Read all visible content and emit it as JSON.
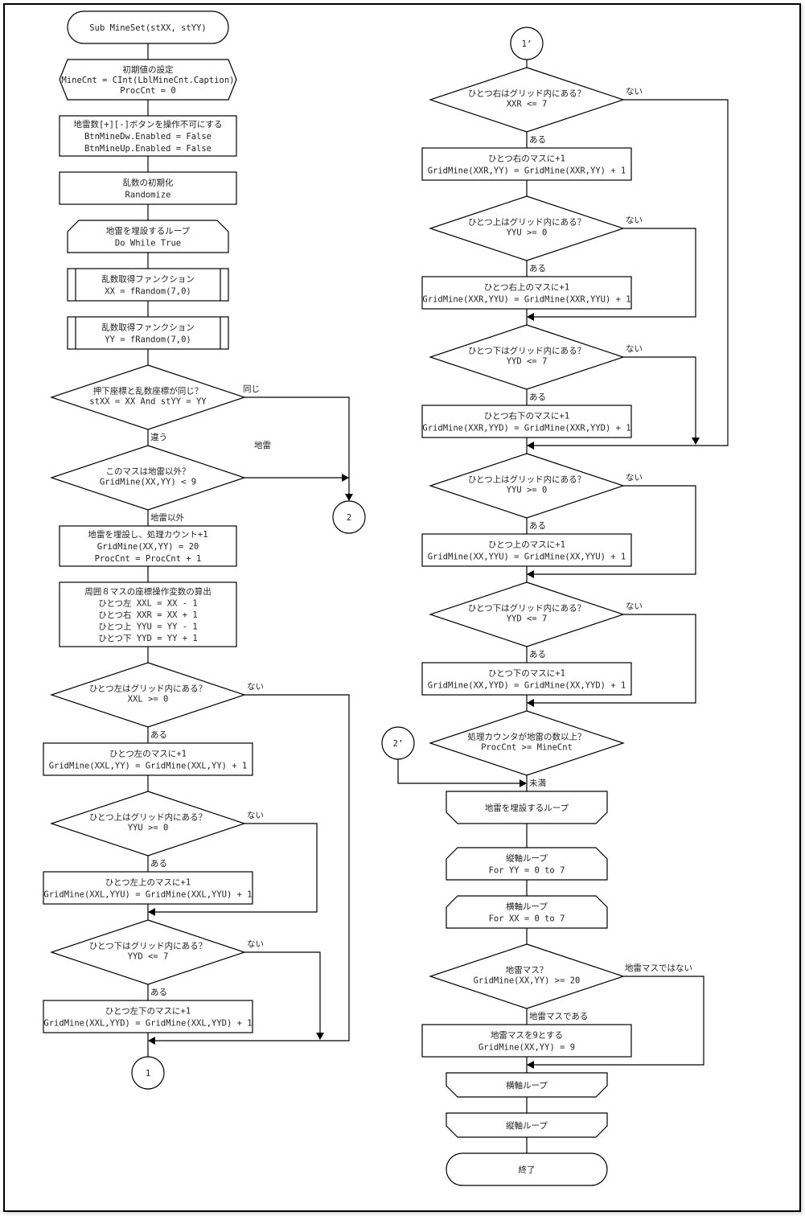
{
  "diagram": {
    "title": "Sub MineSet(stXX, stYY)",
    "left_column": {
      "start": "Sub MineSet(stXX, stYY)",
      "init": [
        "初期値の設定",
        "MineCnt = CInt(LblMineCnt.Caption)",
        "ProcCnt = 0"
      ],
      "disable_buttons": [
        "地雷数[+][-]ボタンを操作不可にする",
        "BtnMineDw.Enabled = False",
        "BtnMineUp.Enabled = False"
      ],
      "randomize": [
        "乱数の初期化",
        "Randomize"
      ],
      "loop_start": [
        "地雷を埋設するループ",
        "Do While True"
      ],
      "random_xx": [
        "乱数取得ファンクション",
        "XX = fRandom(7,0)"
      ],
      "random_yy": [
        "乱数取得ファンクション",
        "YY = fRandom(7,0)"
      ],
      "decision_same": [
        "押下座標と乱数座標が同じ？",
        "stXX = XX And stYY = YY"
      ],
      "label_same": "同じ",
      "label_different": "違う",
      "label_mine": "地雷",
      "decision_not_mine": [
        "このマスは地雷以外？",
        "GridMine(XX,YY) < 9"
      ],
      "label_not_mine": "地雷以外",
      "connector_2": "2",
      "place_mine": [
        "地雷を埋設し、処理カウント+1",
        "GridMine(XX,YY) = 20",
        "ProcCnt = ProcCnt + 1"
      ],
      "calc_neighbors": [
        "周囲８マスの座標操作変数の算出",
        "ひとつ左 XXL = XX - 1",
        "ひとつ右 XXR = XX + 1",
        "ひとつ上 YYU = YY - 1",
        "ひとつ下 YYD = YY + 1"
      ],
      "decision_left": [
        "ひとつ左はグリッド内にある？",
        "XXL >= 0"
      ],
      "proc_left": [
        "ひとつ左のマスに+1",
        "GridMine(XXL,YY) = GridMine(XXL,YY) + 1"
      ],
      "decision_left_up": [
        "ひとつ上はグリッド内にある？",
        "YYU >= 0"
      ],
      "proc_left_up": [
        "ひとつ左上のマスに+1",
        "GridMine(XXL,YYU) = GridMine(XXL,YYU) + 1"
      ],
      "decision_left_down": [
        "ひとつ下はグリッド内にある？",
        "YYD <= 7"
      ],
      "proc_left_down": [
        "ひとつ左下のマスに+1",
        "GridMine(XXL,YYD) = GridMine(XXL,YYD) + 1"
      ],
      "connector_1": "1"
    },
    "right_column": {
      "connector_1b": "1’",
      "decision_right": [
        "ひとつ右はグリッド内にある？",
        "XXR <= 7"
      ],
      "proc_right": [
        "ひとつ右のマスに+1",
        "GridMine(XXR,YY) = GridMine(XXR,YY) + 1"
      ],
      "decision_right_up": [
        "ひとつ上はグリッド内にある？",
        "YYU >= 0"
      ],
      "proc_right_up": [
        "ひとつ右上のマスに+1",
        "GridMine(XXR,YYU) = GridMine(XXR,YYU) + 1"
      ],
      "decision_right_down": [
        "ひとつ下はグリッド内にある？",
        "YYD <= 7"
      ],
      "proc_right_down": [
        "ひとつ右下のマスに+1",
        "GridMine(XXR,YYD) = GridMine(XXR,YYD) + 1"
      ],
      "decision_up": [
        "ひとつ上はグリッド内にある？",
        "YYU >= 0"
      ],
      "proc_up": [
        "ひとつ上のマスに+1",
        "GridMine(XX,YYU) = GridMine(XX,YYU) + 1"
      ],
      "decision_down": [
        "ひとつ下はグリッド内にある？",
        "YYD <= 7"
      ],
      "proc_down": [
        "ひとつ下のマスに+1",
        "GridMine(XX,YYD) = GridMine(XX,YYD) + 1"
      ],
      "decision_count": [
        "処理カウンタが地雷の数以上？",
        "ProcCnt >= MineCnt"
      ],
      "connector_2b": "2’",
      "label_less": "未満",
      "loop_end_mine": [
        "地雷を埋設するループ"
      ],
      "loop_y": [
        "縦軸ループ",
        "For YY = 0 to 7"
      ],
      "loop_x": [
        "横軸ループ",
        "For XX = 0 to 7"
      ],
      "decision_is_mine": [
        "地雷マス？",
        "GridMine(XX,YY) >= 20"
      ],
      "label_is_mine": "地雷マスである",
      "label_not_mine_cell": "地雷マスではない",
      "proc_set_nine": [
        "地雷マスを9とする",
        "GridMine(XX,YY) = 9"
      ],
      "loop_x_end": [
        "横軸ループ"
      ],
      "loop_y_end": [
        "縦軸ループ"
      ],
      "end": "終了"
    },
    "labels": {
      "yes_in_grid": "ある",
      "no_in_grid": "ない"
    }
  }
}
